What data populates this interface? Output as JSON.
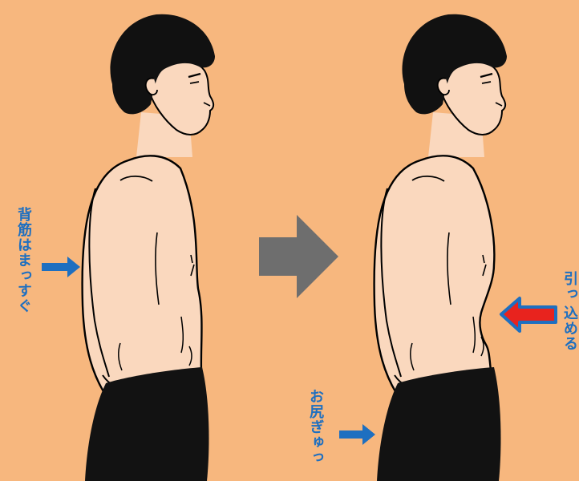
{
  "scene": {
    "background": "#F7B77E",
    "skin": "#FAD8BE",
    "hair": "#111111",
    "outline": "#000000",
    "label_color": "#1E6FC0",
    "indicator_arrow_color": "#1E6FC0",
    "transition_arrow_color": "#6E6E6E",
    "pull_arrow_fill": "#E8231E",
    "pull_arrow_outline": "#1E6FC0"
  },
  "labels": {
    "back_straight": "背筋はまっすぐ",
    "hips_squeeze": "お尻ぎゅっ",
    "pull_in_line1": "引っ",
    "pull_in_line2": "込める"
  },
  "icons": {
    "transition": "right-arrow-icon",
    "back_indicator": "right-arrow-icon",
    "hips_indicator": "right-arrow-icon",
    "belly_indicator": "left-arrow-icon"
  }
}
